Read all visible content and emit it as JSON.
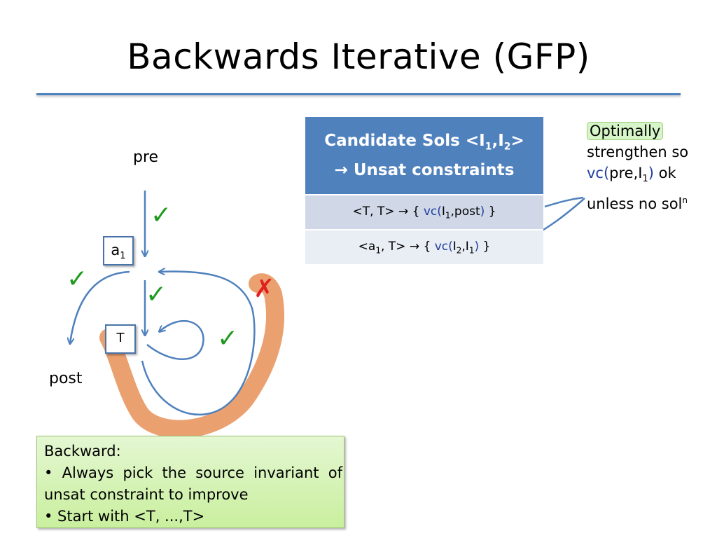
{
  "slide": {
    "title": "Backwards Iterative (GFP)"
  },
  "diagram": {
    "pre_label": "pre",
    "post_label": "post",
    "a1_box": {
      "base": "a",
      "sub": "1"
    },
    "top_box": "T",
    "checks": [
      "✓",
      "✓",
      "✓",
      "✓"
    ],
    "cross": "✗",
    "colors": {
      "arrow": "#4f81bd",
      "loop_band": "#e9965f",
      "check": "#1e9a1e",
      "cross": "#e02020"
    }
  },
  "table": {
    "header_line1_text": "Candidate Sols <I",
    "header_line1_sub1": "1",
    "header_line1_comma": ",I",
    "header_line1_sub2": "2",
    "header_line1_end": ">",
    "header_line2": "Unsat constraints",
    "header_arrow": "→",
    "rows": [
      {
        "lhs": "<T, T>",
        "arrow": "→",
        "open": "{ ",
        "vc": "vc(",
        "arg1": "I",
        "sub1": "1",
        "mid": ",post",
        "close_vc": ")",
        "close": " }"
      },
      {
        "lhs_a": "<a",
        "lhs_sub": "1",
        "lhs_rest": ", T>",
        "arrow": "→",
        "open": "{ ",
        "vc": "vc(",
        "arg1": "I",
        "sub1": "2",
        "mid": ",I",
        "sub2": "1",
        "close_vc": ")",
        "close": " }"
      }
    ]
  },
  "note": {
    "highlight": "Optimally",
    "line2": "strengthen so",
    "vc": "vc(",
    "pre": "pre,I",
    "sub": "1",
    "close": ")",
    "ok": " ok",
    "line4": "unless no sol",
    "sup": "n"
  },
  "callout": {
    "heading": "Backward:",
    "bullet1": "• Always pick the source invariant of  unsat constraint to improve",
    "bullet2_text": "•  Start with <T, ...,T>"
  }
}
